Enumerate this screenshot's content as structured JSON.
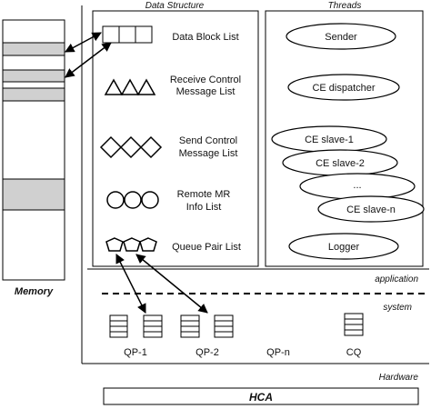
{
  "headers": {
    "data_structure": "Data Structure",
    "threads": "Threads"
  },
  "memory": {
    "label": "Memory"
  },
  "data_structures": [
    {
      "line1": "Data Block List",
      "line2": "",
      "icon": "squares-row-icon"
    },
    {
      "line1": "Receive Control",
      "line2": "Message List",
      "icon": "triangles-row-icon"
    },
    {
      "line1": "Send Control",
      "line2": "Message List",
      "icon": "diamonds-row-icon"
    },
    {
      "line1": "Remote MR",
      "line2": "Info List",
      "icon": "circles-row-icon"
    },
    {
      "line1": "Queue Pair List",
      "line2": "",
      "icon": "pentagons-row-icon"
    }
  ],
  "threads": {
    "sender": "Sender",
    "dispatcher": "CE dispatcher",
    "slave1": "CE slave-1",
    "slave2": "CE slave-2",
    "ellipsis": "...",
    "slaven": "CE slave-n",
    "logger": "Logger"
  },
  "layers": {
    "application": "application",
    "system": "system",
    "hardware": "Hardware"
  },
  "queues": {
    "qp1": "QP-1",
    "qp2": "QP-2",
    "qpn": "QP-n",
    "cq": "CQ"
  },
  "hca": {
    "label": "HCA"
  }
}
